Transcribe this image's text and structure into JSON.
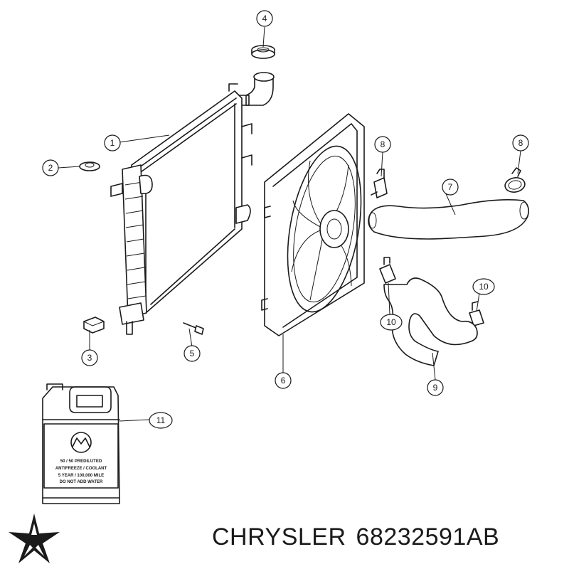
{
  "callouts": {
    "c1": "1",
    "c2": "2",
    "c3": "3",
    "c4": "4",
    "c5": "5",
    "c6": "6",
    "c7": "7",
    "c8a": "8",
    "c8b": "8",
    "c9": "9",
    "c10a": "10",
    "c10b": "10",
    "c11": "11"
  },
  "jug_label": {
    "line1": "50 / 50 PREDILUTED",
    "line2": "ANTIFREEZE / COOLANT",
    "line3": "5 YEAR / 100,000 MILE",
    "line4": "DO NOT ADD WATER"
  },
  "caption": {
    "brand": "CHRYSLER",
    "part_number": "68232591AB"
  },
  "icons": {
    "logo": "pentastar-icon",
    "brand_mark": "mopar-icon"
  },
  "colors": {
    "ink": "#1a1a1a",
    "background": "#ffffff"
  }
}
